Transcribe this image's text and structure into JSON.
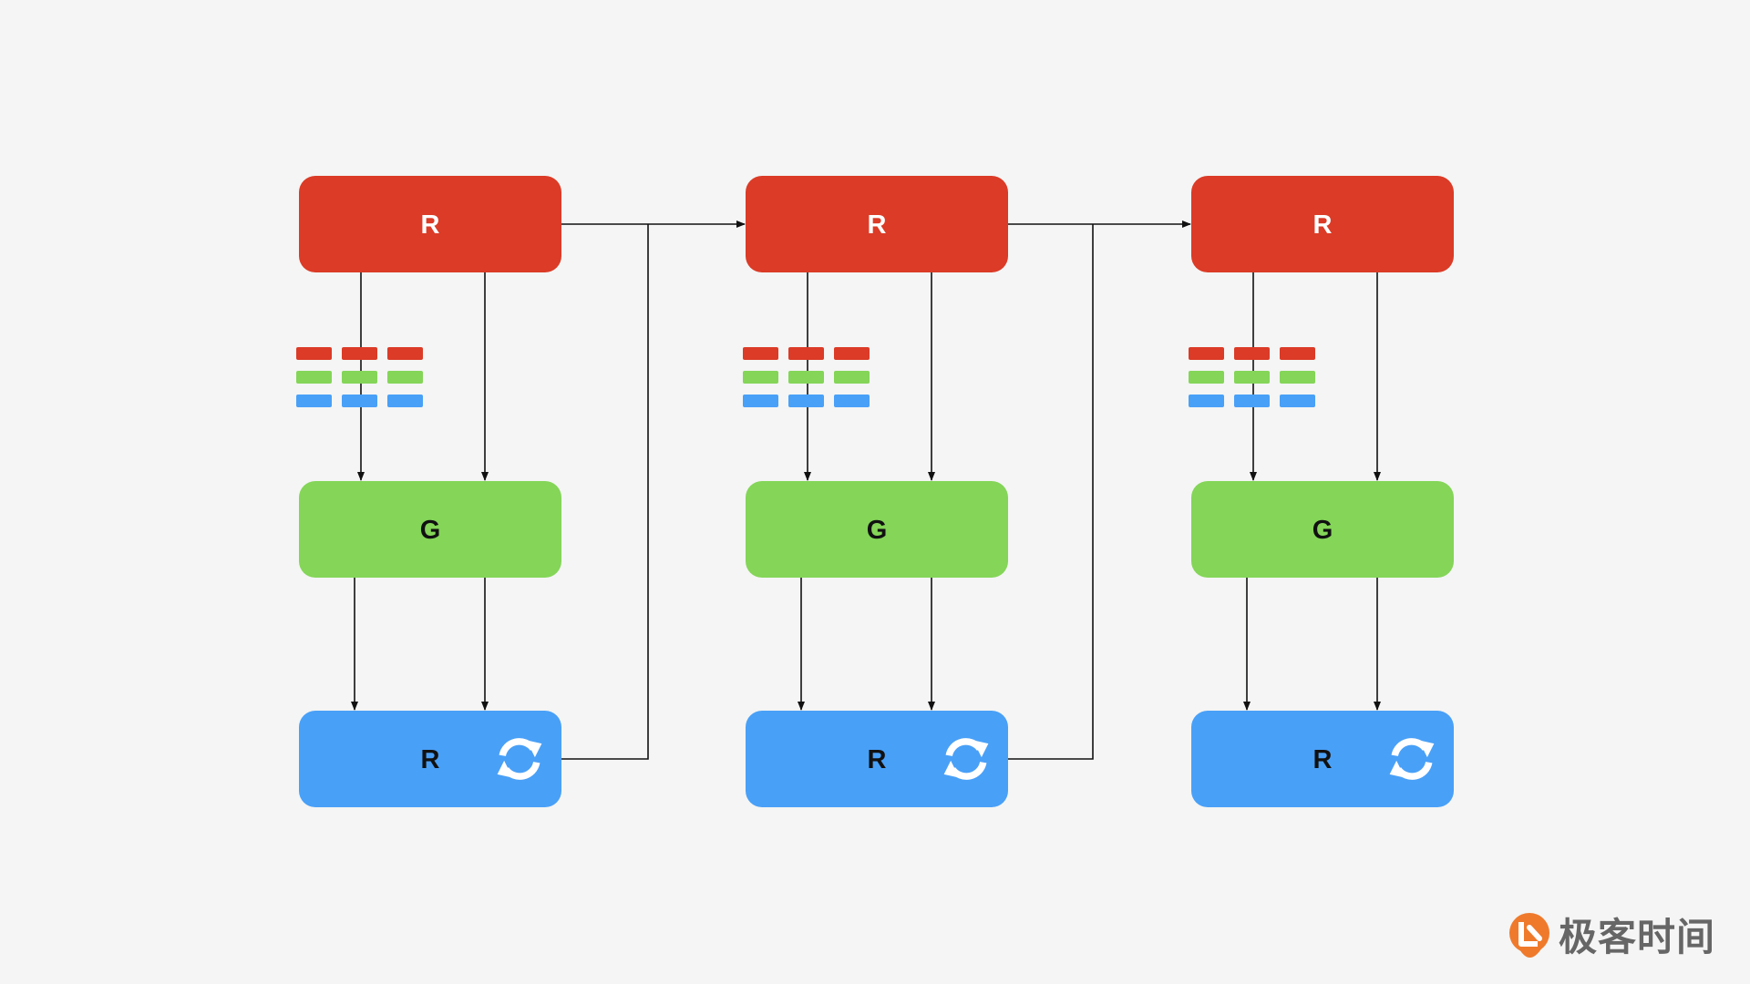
{
  "colors": {
    "background": "#f4f5f4",
    "red": "#db3b27",
    "green": "#84d558",
    "blue": "#49a0f7",
    "line": "#111111",
    "logo_orange": "#ef7a2c",
    "logo_text": "#666666"
  },
  "stages": [
    {
      "top": {
        "label": "R",
        "color": "red"
      },
      "middle": {
        "label": "G",
        "color": "green"
      },
      "bottom": {
        "label": "R",
        "color": "blue",
        "icon": "refresh-icon"
      }
    },
    {
      "top": {
        "label": "R",
        "color": "red"
      },
      "middle": {
        "label": "G",
        "color": "green"
      },
      "bottom": {
        "label": "R",
        "color": "blue",
        "icon": "refresh-icon"
      }
    },
    {
      "top": {
        "label": "R",
        "color": "red"
      },
      "middle": {
        "label": "G",
        "color": "green"
      },
      "bottom": {
        "label": "R",
        "color": "blue",
        "icon": "refresh-icon"
      }
    }
  ],
  "data_grid": {
    "rows": [
      "red",
      "green",
      "blue"
    ],
    "columns": 3
  },
  "logo": {
    "text": "极客时间",
    "icon": "geektime-logo-icon"
  }
}
